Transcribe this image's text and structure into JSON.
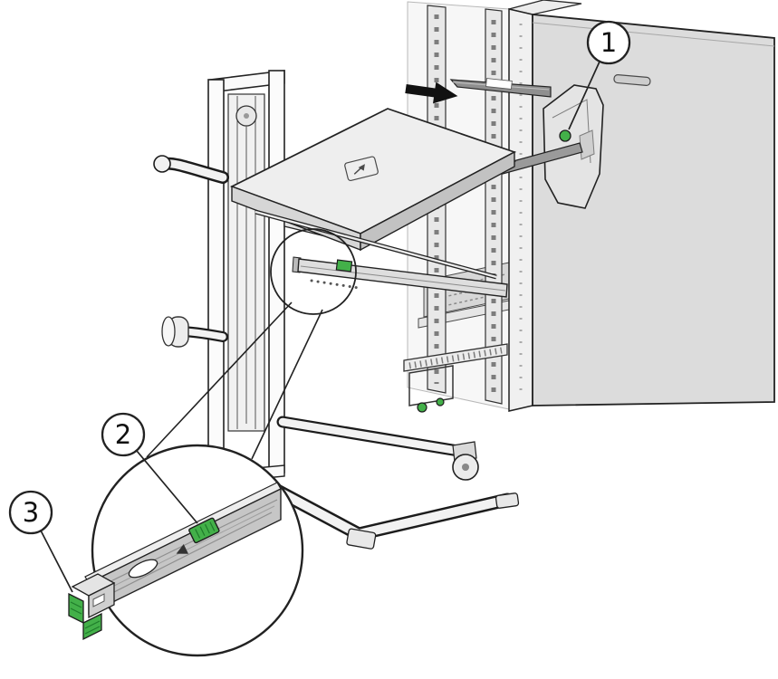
{
  "figure": {
    "alt_text": "Installing a server into a rack cabinet using a mechanical lift, with a magnified detail of the slide-rail release button and rail end",
    "callouts": [
      {
        "label": "1"
      },
      {
        "label": "2"
      },
      {
        "label": "3"
      }
    ],
    "colors": {
      "outline": "#1c1c1c",
      "accent_green": "#43b049",
      "accent_green_dark": "#1e7a2a",
      "rack_gray": "#dcdcdc",
      "metal_gray": "#c6c6c6"
    }
  }
}
